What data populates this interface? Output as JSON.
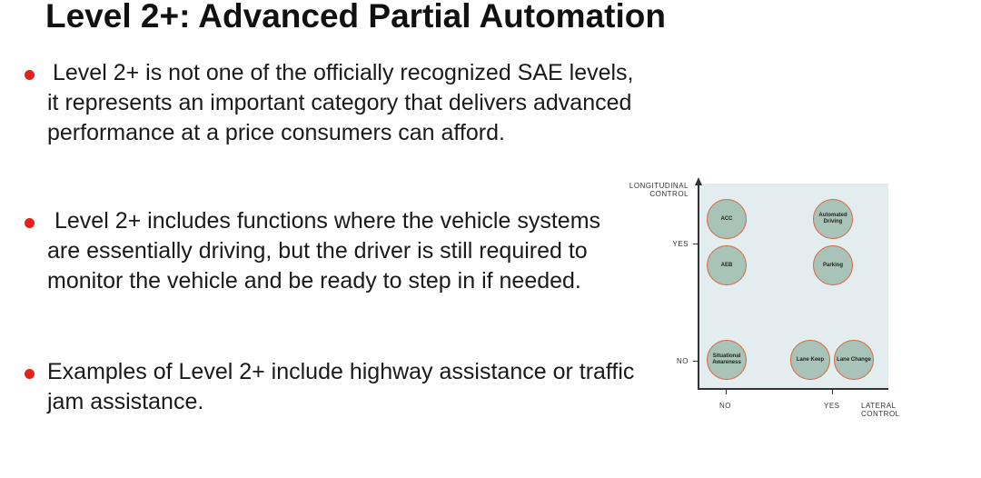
{
  "title": "Level 2+: Advanced Partial Automation",
  "bullets": [
    {
      "text": "Level 2+ is not one of the officially recognized SAE levels, it represents an important category that delivers advanced performance at a price consumers can afford."
    },
    {
      "text": "Level 2+ includes functions where the vehicle systems are essentially driving, but the driver is still required to monitor the vehicle and be ready to step in if needed."
    },
    {
      "text": "Examples of Level 2+ include highway assistance or traffic jam assistance."
    }
  ],
  "colors": {
    "bullet": "#e8201c",
    "circle_fill": "#a8c4b8",
    "circle_border": "#d9663f",
    "panel": "#e3ecee"
  },
  "diagram": {
    "y_axis_label_line1": "LONGITUDINAL",
    "y_axis_label_line2": "CONTROL",
    "x_axis_label_line1": "LATERAL",
    "x_axis_label_line2": "CONTROL",
    "y_ticks": {
      "yes": "YES",
      "no": "NO"
    },
    "x_ticks": {
      "no": "NO",
      "yes": "YES"
    },
    "nodes": {
      "acc": "ACC",
      "aeb": "AEB",
      "situational_awareness": "Situational Awareness",
      "automated_driving": "Automated Driving",
      "parking": "Parking",
      "lane_keep": "Lane Keep",
      "lane_change": "Lane Change"
    }
  }
}
